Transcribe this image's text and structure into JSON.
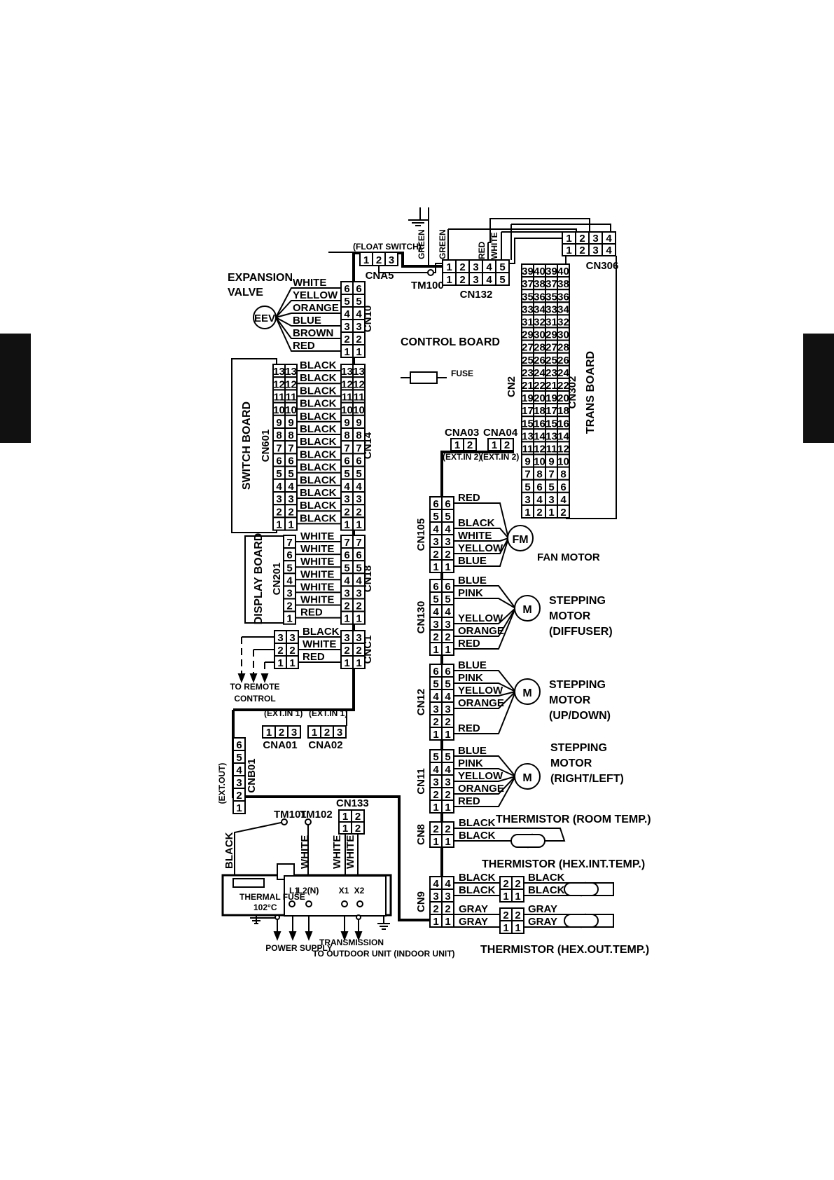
{
  "labels": {
    "float_switch": "(FLOAT SWITCH)",
    "cna5": "CNA5",
    "tm100": "TM100",
    "cn132": "CN132",
    "cn306": "CN306",
    "expansion_valve": "EXPANSION\nVALVE",
    "eev": "EEV",
    "cn10": "CN10",
    "control_board": "CONTROL BOARD",
    "fuse": "FUSE",
    "cn2": "CN2",
    "cn302": "CN302",
    "trans_board": "TRANS BOARD",
    "switch_board": "SWITCH BOARD",
    "cn601": "CN601",
    "cn14": "CN14",
    "cna03": "CNA03",
    "cna04": "CNA04",
    "ext_in_2": "(EXT.IN 2)",
    "display_board": "DISPLAY BOARD",
    "cn201": "CN201",
    "cn18": "CN18",
    "cnc1": "CNC1",
    "to_remote_control": "TO REMOTE\nCONTROL",
    "ext_in_1": "(EXT.IN 1)",
    "cna01": "CNA01",
    "cna02": "CNA02",
    "cn105": "CN105",
    "fm": "FM",
    "fan_motor": "FAN MOTOR",
    "cn130": "CN130",
    "m": "M",
    "stepping_diffuser": "STEPPING\nMOTOR\n(DIFFUSER)",
    "cn12": "CN12",
    "stepping_updown": "STEPPING\nMOTOR\n(UP/DOWN)",
    "cn11": "CN11",
    "stepping_rightleft": "STEPPING\nMOTOR\n(RIGHT/LEFT)",
    "ext_out": "(EXT.OUT)",
    "cnb01": "CNB01",
    "tm101": "TM101",
    "tm102": "TM102",
    "cn133": "CN133",
    "cn8": "CN8",
    "thermistor_room": "THERMISTOR (ROOM TEMP.)",
    "cn9": "CN9",
    "thermistor_hex_int": "THERMISTOR (HEX.INT.TEMP.)",
    "thermistor_hex_out": "THERMISTOR (HEX.OUT.TEMP.)",
    "thermal_fuse": "THERMAL FUSE\n102°C",
    "l1": "L1",
    "l2n": "L2(N)",
    "x1": "X1",
    "x2": "X2",
    "power_supply": "POWER SUPPLY",
    "transmission": "TRANSMISSION\nTO OUTDOOR UNIT (INDOOR UNIT)",
    "black": "BLACK",
    "white": "WHITE",
    "green": "GREEN",
    "red": "RED"
  },
  "wires": {
    "cn10": [
      "WHITE",
      "YELLOW",
      "ORANGE",
      "BLUE",
      "BROWN",
      "RED"
    ],
    "cn14": [
      "BLACK",
      "BLACK",
      "BLACK",
      "BLACK",
      "BLACK",
      "BLACK",
      "BLACK",
      "BLACK",
      "BLACK",
      "BLACK",
      "BLACK",
      "BLACK",
      "BLACK"
    ],
    "cn18": [
      "WHITE",
      "WHITE",
      "WHITE",
      "WHITE",
      "WHITE",
      "WHITE",
      "RED"
    ],
    "cnc1": [
      "BLACK",
      "WHITE",
      "RED"
    ],
    "cn105": [
      "RED",
      "BLACK",
      "WHITE",
      "YELLOW",
      "BLUE"
    ],
    "cn130": [
      "BLUE",
      "PINK",
      "YELLOW",
      "ORANGE",
      "RED"
    ],
    "cn12": [
      "BLUE",
      "PINK",
      "YELLOW",
      "ORANGE",
      "RED"
    ],
    "cn11": [
      "BLUE",
      "PINK",
      "YELLOW",
      "ORANGE",
      "RED"
    ],
    "cn8": [
      "BLACK",
      "BLACK"
    ],
    "cn9": [
      "BLACK",
      "BLACK",
      "GRAY",
      "GRAY"
    ],
    "cn9_out": [
      "BLACK",
      "BLACK",
      "GRAY",
      "GRAY"
    ],
    "tm100": [
      "GREEN",
      "GREEN",
      "RED",
      "WHITE"
    ]
  }
}
